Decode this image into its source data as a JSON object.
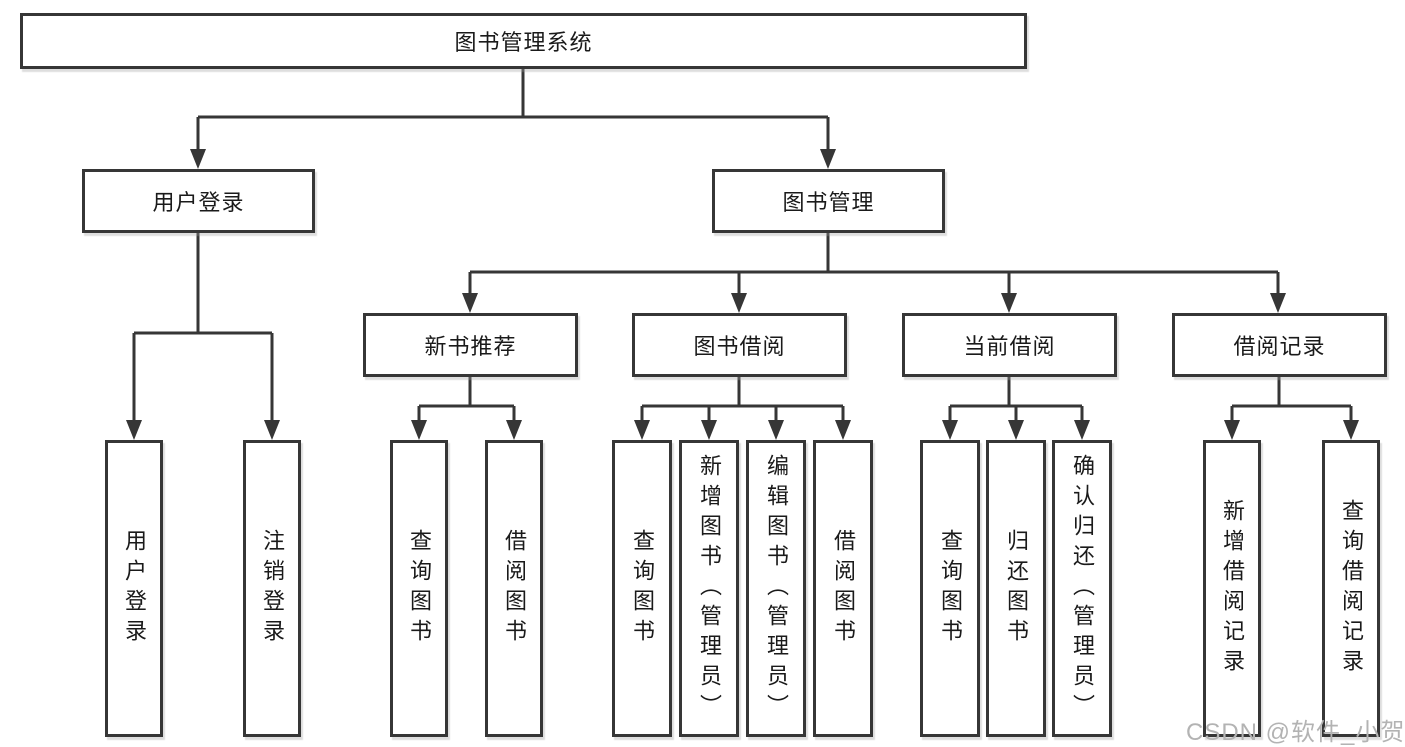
{
  "diagram": {
    "root": {
      "label": "图书管理系统"
    },
    "branches": [
      {
        "label": "用户登录",
        "children": [
          {
            "label": "用户登录"
          },
          {
            "label": "注销登录"
          }
        ]
      },
      {
        "label": "图书管理",
        "sections": [
          {
            "label": "新书推荐",
            "children": [
              {
                "label": "查询图书"
              },
              {
                "label": "借阅图书"
              }
            ]
          },
          {
            "label": "图书借阅",
            "children": [
              {
                "label": "查询图书"
              },
              {
                "label": "新增图书（管理员）"
              },
              {
                "label": "编辑图书（管理员）"
              },
              {
                "label": "借阅图书"
              }
            ]
          },
          {
            "label": "当前借阅",
            "children": [
              {
                "label": "查询图书"
              },
              {
                "label": "归还图书"
              },
              {
                "label": "确认归还（管理员）"
              }
            ]
          },
          {
            "label": "借阅记录",
            "children": [
              {
                "label": "新增借阅记录"
              },
              {
                "label": "查询借阅记录"
              }
            ]
          }
        ]
      }
    ]
  },
  "watermark": {
    "text": "CSDN @软件_小贺同学"
  },
  "colors": {
    "stroke": "#363636",
    "node_border": "#363636",
    "text": "#1a1a1a",
    "watermark_text": "#b3b3b3",
    "background": "#ffffff"
  }
}
